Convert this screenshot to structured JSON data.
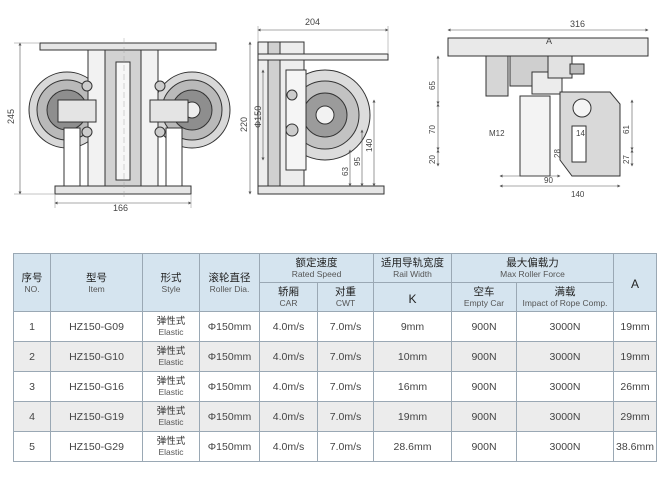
{
  "drawing": {
    "front_view": {
      "dim_height": "245",
      "dim_width": "166"
    },
    "side_view": {
      "dim_total": "204",
      "dim_wheel": "Φ150",
      "dim_height": "220",
      "dim_a": "63",
      "dim_b": "95",
      "dim_c": "140"
    },
    "rail_view": {
      "dim_top": "316",
      "label_a": "A",
      "dim_65": "65",
      "dim_70": "70",
      "dim_20": "20",
      "dim_m12": "M12",
      "dim_14": "14",
      "dim_28": "28",
      "dim_61": "61",
      "dim_27": "27",
      "dim_90": "90",
      "dim_140": "140"
    }
  },
  "table": {
    "headers": {
      "no": {
        "zh": "序号",
        "en": "NO."
      },
      "item": {
        "zh": "型号",
        "en": "Item"
      },
      "style": {
        "zh": "形式",
        "en": "Style"
      },
      "roller": {
        "zh": "滚轮直径",
        "en": "Roller Dia."
      },
      "speed": {
        "zh": "额定速度",
        "en": "Rated Speed"
      },
      "speed_car": {
        "zh": "轿厢",
        "en": "CAR"
      },
      "speed_cwt": {
        "zh": "对重",
        "en": "CWT"
      },
      "rail": {
        "zh": "适用导轨宽度",
        "en": "Rail Width"
      },
      "rail_k": "K",
      "force": {
        "zh": "最大偏载力",
        "en": "Max Roller Force"
      },
      "force_empty": {
        "zh": "空车",
        "en": "Empty Car"
      },
      "force_full": {
        "zh": "满载",
        "en": "Impact of Rope Comp."
      },
      "a": "A"
    },
    "rows": [
      {
        "no": "1",
        "item": "HZ150-G09",
        "style_zh": "弹性式",
        "style_en": "Elastic",
        "roller": "Φ150mm",
        "car": "4.0m/s",
        "cwt": "7.0m/s",
        "k": "9mm",
        "empty": "900N",
        "full": "3000N",
        "a": "19mm"
      },
      {
        "no": "2",
        "item": "HZ150-G10",
        "style_zh": "弹性式",
        "style_en": "Elastic",
        "roller": "Φ150mm",
        "car": "4.0m/s",
        "cwt": "7.0m/s",
        "k": "10mm",
        "empty": "900N",
        "full": "3000N",
        "a": "19mm"
      },
      {
        "no": "3",
        "item": "HZ150-G16",
        "style_zh": "弹性式",
        "style_en": "Elastic",
        "roller": "Φ150mm",
        "car": "4.0m/s",
        "cwt": "7.0m/s",
        "k": "16mm",
        "empty": "900N",
        "full": "3000N",
        "a": "26mm"
      },
      {
        "no": "4",
        "item": "HZ150-G19",
        "style_zh": "弹性式",
        "style_en": "Elastic",
        "roller": "Φ150mm",
        "car": "4.0m/s",
        "cwt": "7.0m/s",
        "k": "19mm",
        "empty": "900N",
        "full": "3000N",
        "a": "29mm"
      },
      {
        "no": "5",
        "item": "HZ150-G29",
        "style_zh": "弹性式",
        "style_en": "Elastic",
        "roller": "Φ150mm",
        "car": "4.0m/s",
        "cwt": "7.0m/s",
        "k": "28.6mm",
        "empty": "900N",
        "full": "3000N",
        "a": "38.6mm"
      }
    ]
  }
}
